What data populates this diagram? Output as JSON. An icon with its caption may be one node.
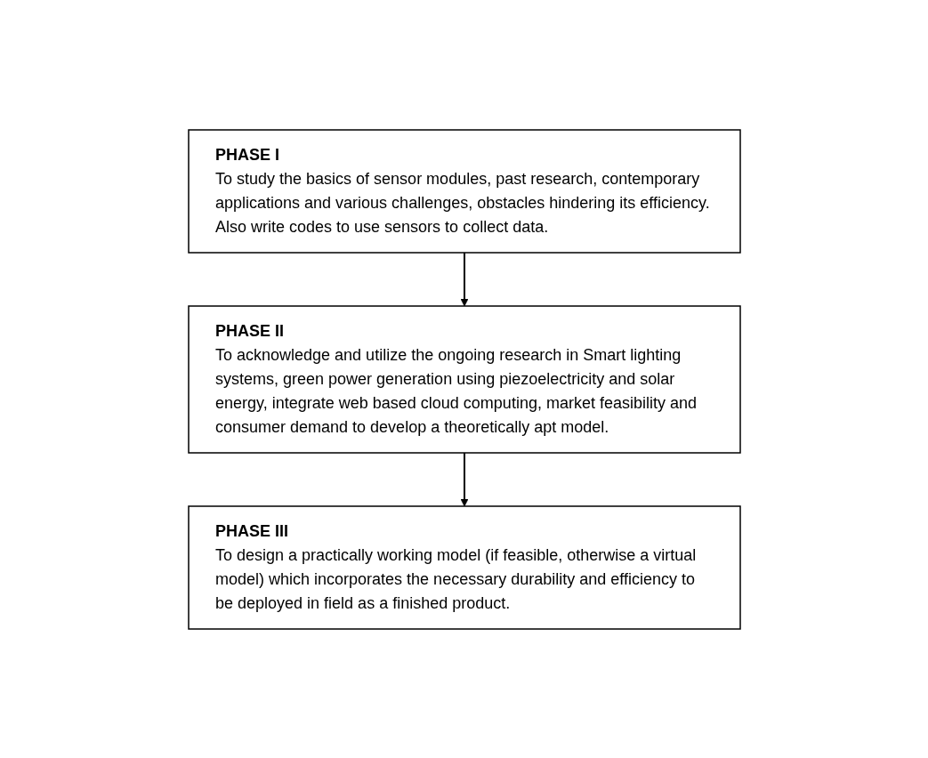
{
  "diagram": {
    "nodes": [
      {
        "text": [
          "PHASE I",
          "To study the basics of sensor modules, past research, contemporary applications and various challenges, obstacles hindering its efficiency. Also write codes to use sensors to collect data."
        ]
      },
      {
        "text": [
          "PHASE II",
          "To acknowledge and utilize the ongoing research in Smart lighting systems, green power generation using piezoelectricity and solar energy, integrate web based cloud computing, market feasibility and consumer demand to develop a theoretically apt model."
        ]
      },
      {
        "text": [
          "PHASE III",
          "To design a practically working model (if feasible, otherwise a virtual model) which incorporates the necessary durability and efficiency to be deployed in field as a finished product."
        ]
      }
    ],
    "edges": [
      {
        "from": 0,
        "to": 1,
        "arrow": "to"
      },
      {
        "from": 1,
        "to": 2,
        "arrow": "to"
      }
    ]
  }
}
